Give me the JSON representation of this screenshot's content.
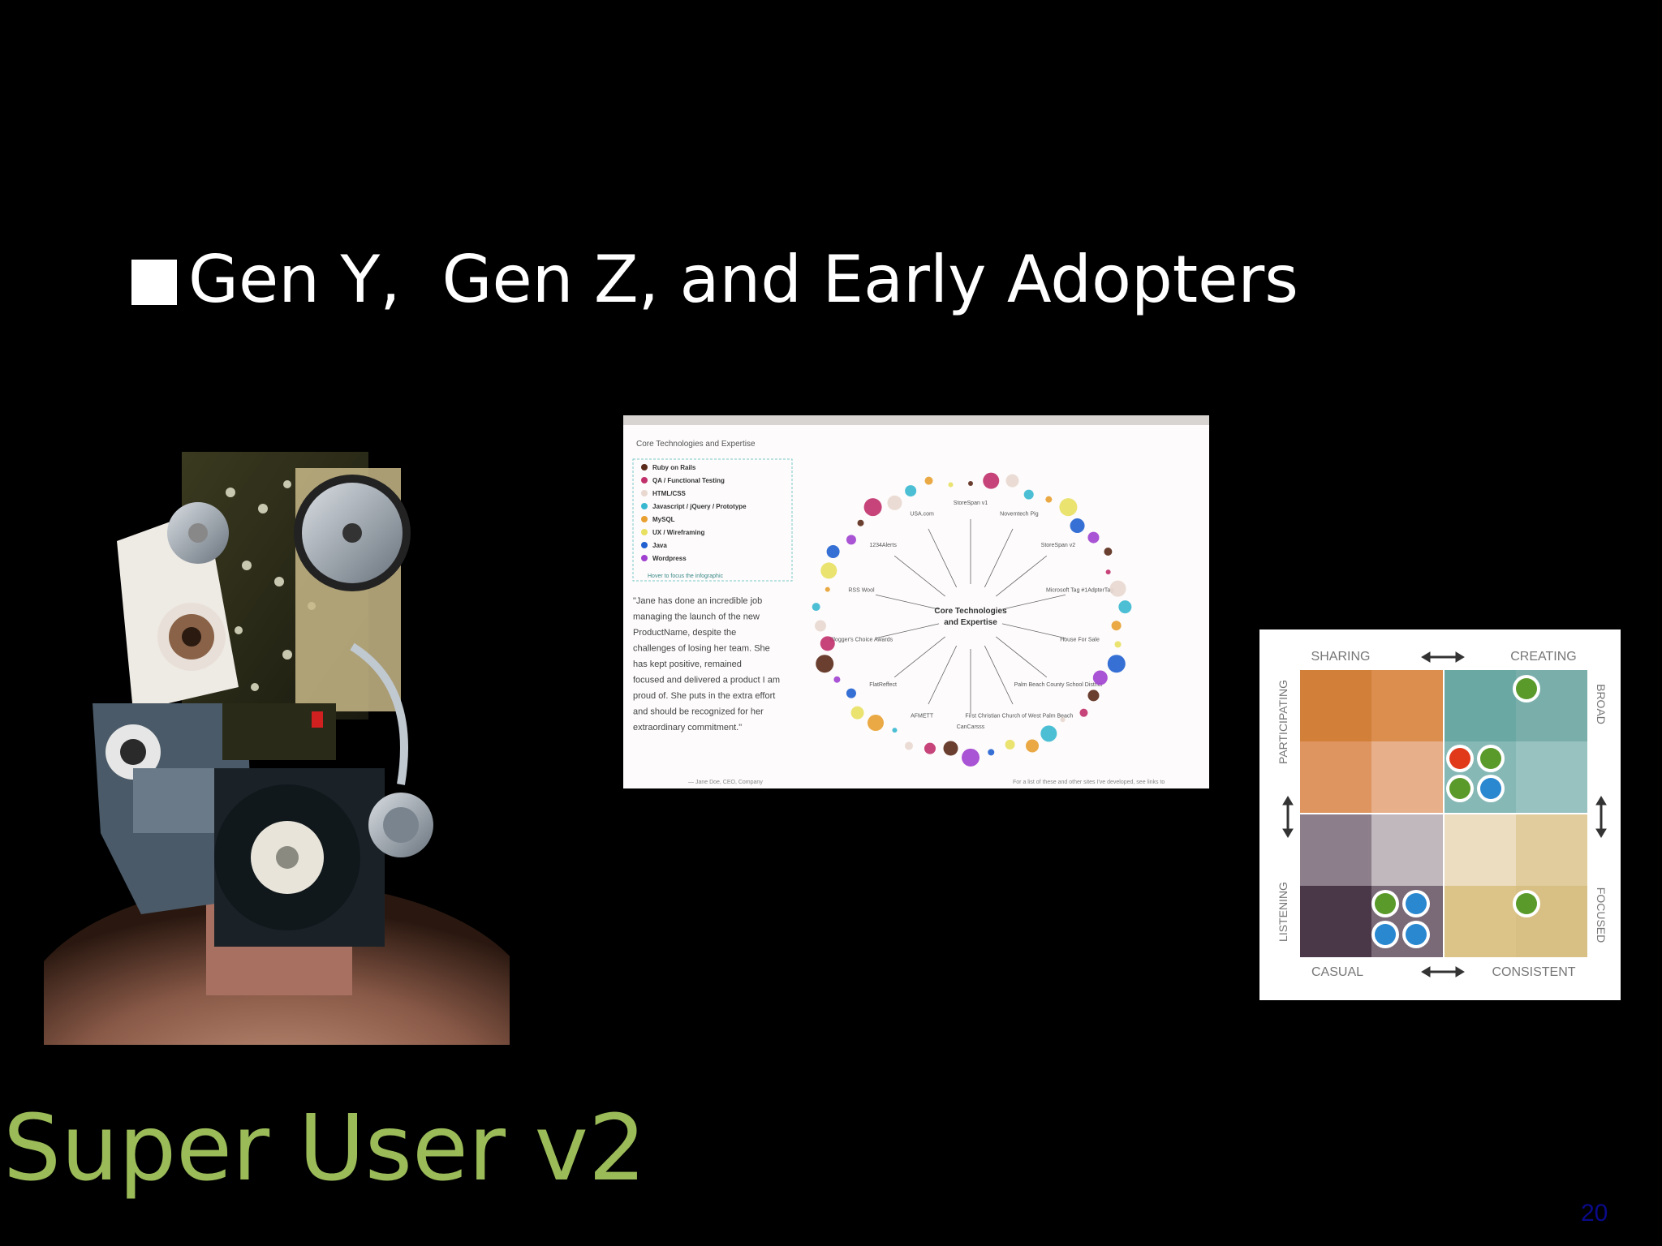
{
  "slide": {
    "bullet_text": "Gen Y,  Gen Z, and Early Adopters",
    "title": "Super User v2",
    "page_number": "20"
  },
  "infographic": {
    "section_header": "Core Technologies and Expertise",
    "legend": [
      {
        "label": "Ruby on Rails",
        "color": "#5a2a1a"
      },
      {
        "label": "QA / Functional Testing",
        "color": "#c0306a"
      },
      {
        "label": "HTML/CSS",
        "color": "#e8d8d0"
      },
      {
        "label": "Javascript / jQuery / Prototype",
        "color": "#38b8d0"
      },
      {
        "label": "MySQL",
        "color": "#e8a030"
      },
      {
        "label": "UX / Wireframing",
        "color": "#e8e060"
      },
      {
        "label": "Java",
        "color": "#2060d0"
      },
      {
        "label": "Wordpress",
        "color": "#a040d0"
      }
    ],
    "legend_hint": "Hover to focus the infographic",
    "quote_lines": [
      "\"Jane has done an incredible job",
      "managing the launch of the new",
      "ProductName, despite the",
      "challenges of losing her team. She",
      "has kept positive, remained",
      "focused and delivered a product I am",
      "proud of. She puts in the extra effort",
      "and should be recognized for her",
      "extraordinary commitment.\""
    ],
    "footer_left": "— Jane Doe, CEO, Company",
    "footer_right": "For a list of these and other sites I've developed, see links to",
    "center_label_line1": "Core Technologies",
    "center_label_line2": "and Expertise",
    "project_labels": [
      "StoreSpan v1",
      "Novemtech Pig",
      "StoreSpan v2",
      "Microsoft Tag #1AdpterTag",
      "House For Sale",
      "Palm Beach County School District",
      "First Christian Church of West Palm Beach",
      "CanCarsss",
      "AFMETT",
      "FlatReffect",
      "Blogger's Choice Awards",
      "RSS Wool",
      "1234Alerts",
      "USA.com"
    ]
  },
  "matrix": {
    "top_left": "SHARING",
    "top_right": "CREATING",
    "bottom_left": "CASUAL",
    "bottom_right": "CONSISTENT",
    "left_top": "PARTICIPATING",
    "left_bottom": "LISTENING",
    "right_top": "BROAD",
    "right_bottom": "FOCUSED",
    "colors": {
      "green": "#5a9a2a",
      "blue": "#2a88d0",
      "red": "#e03a1a"
    }
  }
}
